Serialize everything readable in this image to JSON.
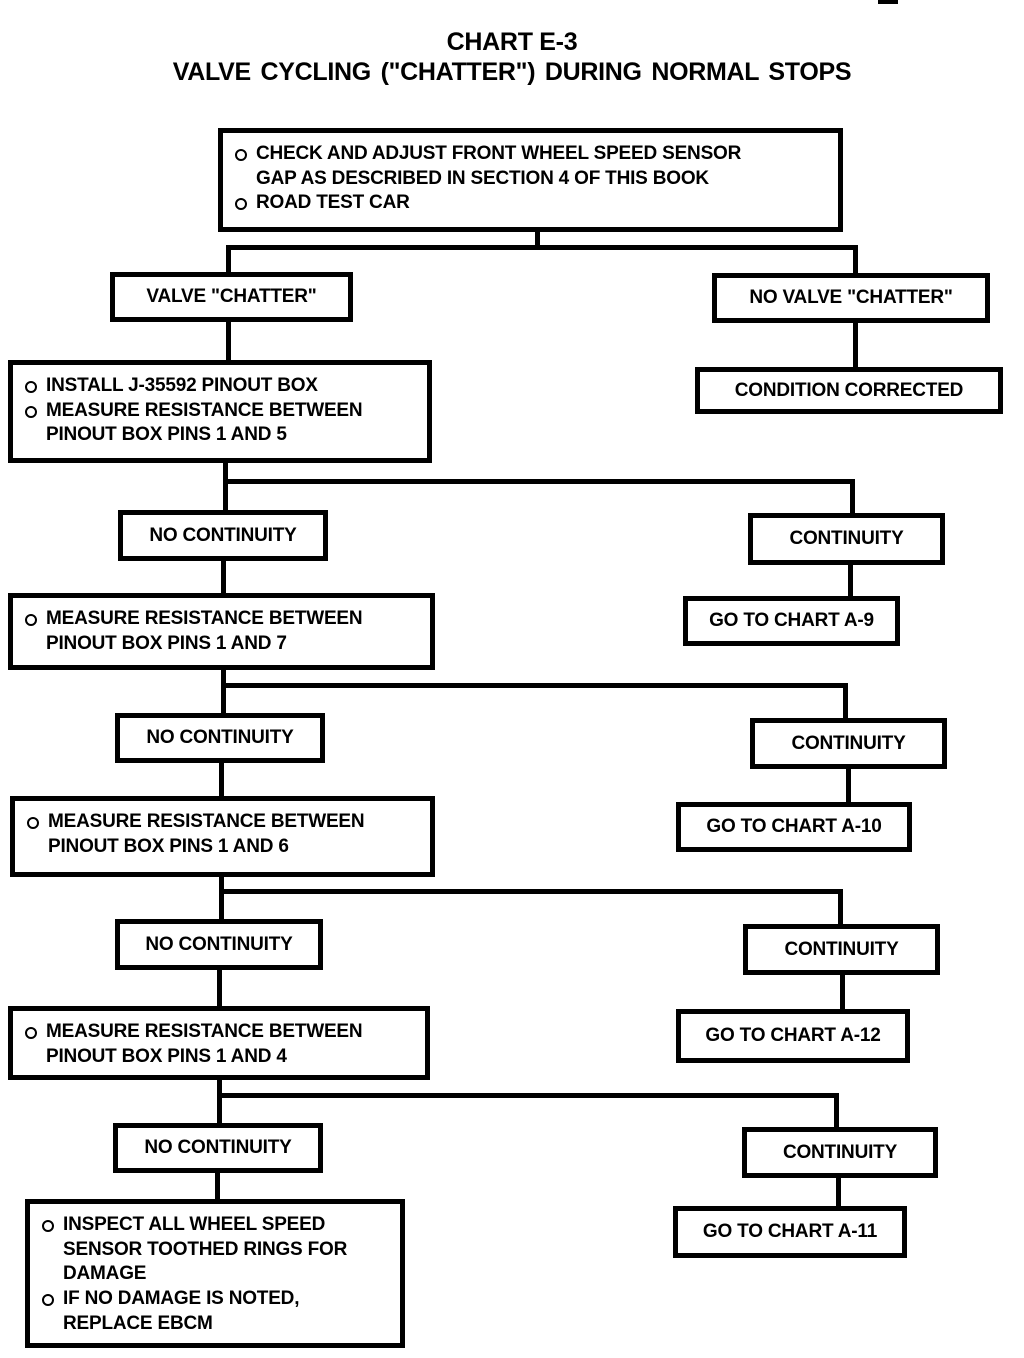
{
  "page": {
    "title_line1": "CHART E-3",
    "title_line2": "VALVE CYCLING (\"CHATTER\") DURING NORMAL STOPS"
  },
  "flowchart": {
    "start": {
      "items": [
        "CHECK AND ADJUST FRONT WHEEL SPEED SENSOR GAP AS DESCRIBED IN SECTION 4 OF THIS BOOK",
        "ROAD TEST CAR"
      ]
    },
    "valve_chatter": {
      "label": "VALVE \"CHATTER\""
    },
    "no_valve_chatter": {
      "label": "NO VALVE \"CHATTER\""
    },
    "install": {
      "items": [
        "INSTALL J-35592 PINOUT BOX",
        "MEASURE RESISTANCE BETWEEN PINOUT BOX PINS 1 AND 5"
      ]
    },
    "condition_corrected": {
      "label": "CONDITION CORRECTED"
    },
    "no_continuity_1": {
      "label": "NO CONTINUITY"
    },
    "continuity_1": {
      "label": "CONTINUITY"
    },
    "measure_1_7": {
      "items": [
        "MEASURE RESISTANCE BETWEEN PINOUT BOX PINS 1 AND 7"
      ]
    },
    "goto_a9": {
      "label": "GO TO CHART A-9"
    },
    "no_continuity_2": {
      "label": "NO CONTINUITY"
    },
    "continuity_2": {
      "label": "CONTINUITY"
    },
    "measure_1_6": {
      "items": [
        "MEASURE RESISTANCE BETWEEN PINOUT BOX PINS 1 AND 6"
      ]
    },
    "goto_a10": {
      "label": "GO TO CHART A-10"
    },
    "no_continuity_3": {
      "label": "NO CONTINUITY"
    },
    "continuity_3": {
      "label": "CONTINUITY"
    },
    "measure_1_4": {
      "items": [
        "MEASURE RESISTANCE BETWEEN PINOUT BOX PINS 1 AND 4"
      ]
    },
    "goto_a12": {
      "label": "GO TO CHART A-12"
    },
    "no_continuity_4": {
      "label": "NO CONTINUITY"
    },
    "continuity_4": {
      "label": "CONTINUITY"
    },
    "inspect": {
      "items": [
        "INSPECT ALL WHEEL SPEED SENSOR TOOTHED RINGS FOR DAMAGE",
        "IF NO DAMAGE IS NOTED, REPLACE EBCM"
      ]
    },
    "goto_a11": {
      "label": "GO TO CHART A-11"
    }
  },
  "colors": {
    "ink": "#000000",
    "paper": "#ffffff"
  }
}
